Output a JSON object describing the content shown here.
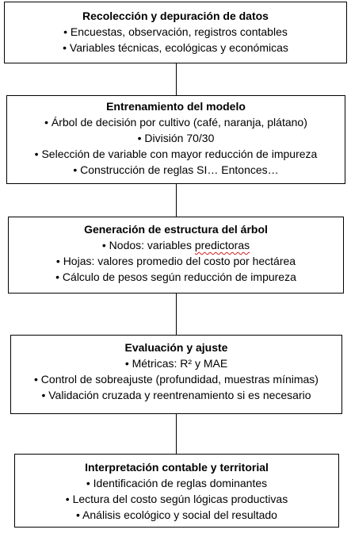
{
  "steps": [
    {
      "title": "Recolección y depuración de datos",
      "lines": [
        "• Encuestas, observación, registros contables",
        "• Variables técnicas, ecológicas y económicas"
      ]
    },
    {
      "title": "Entrenamiento del modelo",
      "lines": [
        "• Árbol de decisión por cultivo (café, naranja, plátano)",
        "• División 70/30",
        "• Selección de variable con mayor reducción de impureza",
        "• Construcción de reglas SI… Entonces…"
      ]
    },
    {
      "title": "Generación de estructura del árbol",
      "line0_prefix": "• Nodos: variables ",
      "line0_flagged": "predictoras",
      "lines": [
        "• Hojas: valores promedio del costo por hectárea",
        "• Cálculo de pesos según reducción de impureza"
      ]
    },
    {
      "title": "Evaluación y ajuste",
      "lines": [
        "• Métricas: R² y MAE",
        "• Control de sobreajuste (profundidad, muestras mínimas)",
        "• Validación cruzada y reentrenamiento si es necesario"
      ]
    },
    {
      "title": "Interpretación contable y territorial",
      "lines": [
        "• Identificación de reglas dominantes",
        "• Lectura del costo según lógicas productivas",
        "• Análisis ecológico y social del resultado"
      ]
    }
  ]
}
